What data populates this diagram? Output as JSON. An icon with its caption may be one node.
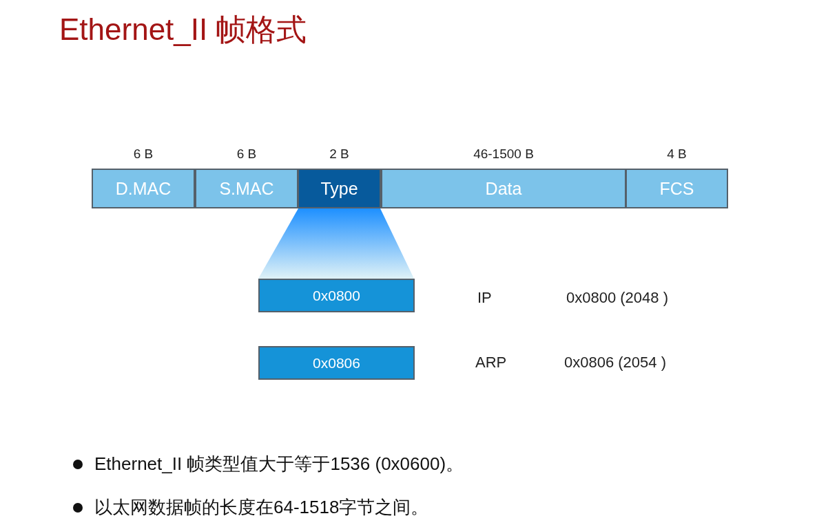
{
  "diagram": {
    "title": "Ethernet_II 帧格式",
    "nodes": [
      {
        "text": [
          "D.MAC"
        ],
        "beside": [
          "6 B"
        ]
      },
      {
        "text": [
          "S.MAC"
        ],
        "beside": [
          "6 B"
        ]
      },
      {
        "text": [
          "Type"
        ],
        "beside": [
          "2 B"
        ]
      },
      {
        "text": [
          "Data"
        ],
        "beside": [
          "46-1500 B"
        ]
      },
      {
        "text": [
          "FCS"
        ],
        "beside": [
          "4 B"
        ]
      },
      {
        "text": [
          "0x0800"
        ]
      },
      {
        "text": [
          "0x0806"
        ]
      },
      {
        "text": [],
        "shape": "trapezoid"
      }
    ],
    "edges": [],
    "labels": [
      "IP",
      "0x0800 (2048 )",
      "ARP",
      "0x0806 (2054 )",
      "Ethernet_II 帧类型值大于等于1536 (0x0600)。",
      "以太网数据帧的长度在64-1518字节之间。"
    ]
  }
}
